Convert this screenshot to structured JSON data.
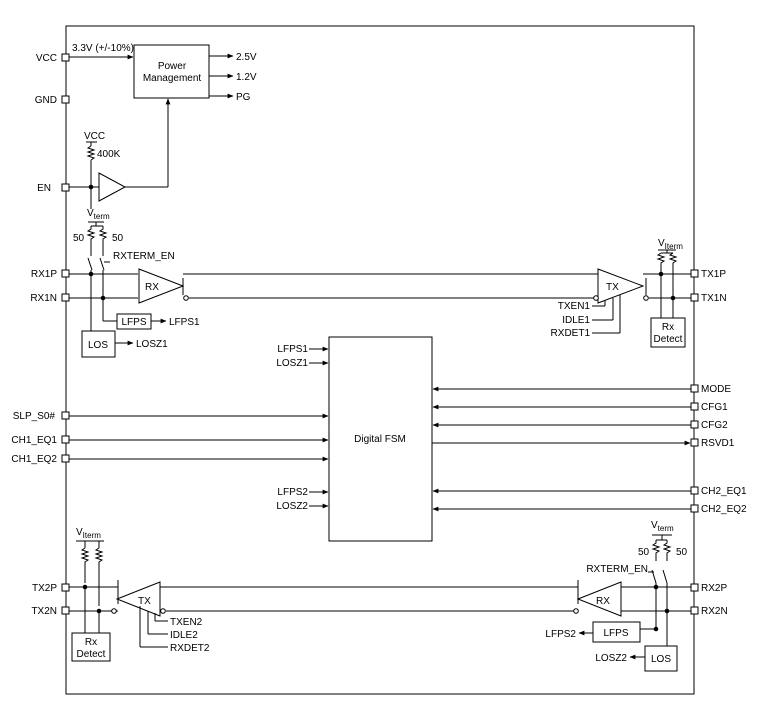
{
  "pins": {
    "vcc": "VCC",
    "gnd": "GND",
    "en": "EN",
    "rx1p": "RX1P",
    "rx1n": "RX1N",
    "slp_s0": "SLP_S0#",
    "ch1_eq1": "CH1_EQ1",
    "ch1_eq2": "CH1_EQ2",
    "tx2p": "TX2P",
    "tx2n": "TX2N",
    "tx1p": "TX1P",
    "tx1n": "TX1N",
    "mode": "MODE",
    "cfg1": "CFG1",
    "cfg2": "CFG2",
    "rsvd1": "RSVD1",
    "ch2_eq1": "CH2_EQ1",
    "ch2_eq2": "CH2_EQ2",
    "rx2p": "RX2P",
    "rx2n": "RX2N"
  },
  "power": {
    "supply": "3.3V (+/-10%)",
    "block_line1": "Power",
    "block_line2": "Management",
    "out_25": "2.5V",
    "out_12": "1.2V",
    "out_pg": "PG",
    "en_vcc": "VCC",
    "en_res": "400K"
  },
  "ch1": {
    "vterm_main": "V",
    "vterm_sub": "term",
    "res_left": "50",
    "res_right": "50",
    "rxterm": "RXTERM_EN",
    "rx": "RX",
    "lfps_block": "LFPS",
    "lfps_out": "LFPS1",
    "los_block": "LOS",
    "los_out": "LOSZ1",
    "tx": "TX",
    "txen": "TXEN1",
    "idle": "IDLE1",
    "rxdet": "RXDET1",
    "tx_vterm_main": "V",
    "tx_vterm_sub": "Iterm",
    "detect_line1": "Rx",
    "detect_line2": "Detect"
  },
  "fsm": {
    "label": "Digital FSM",
    "lfps1": "LFPS1",
    "losz1": "LOSZ1",
    "lfps2": "LFPS2",
    "losz2": "LOSZ2"
  },
  "ch2": {
    "tx_vterm_main": "V",
    "tx_vterm_sub": "Iterm",
    "tx": "TX",
    "txen": "TXEN2",
    "idle": "IDLE2",
    "rxdet": "RXDET2",
    "detect_line1": "Rx",
    "detect_line2": "Detect",
    "vterm_main": "V",
    "vterm_sub": "term",
    "res_left": "50",
    "res_right": "50",
    "rxterm": "RXTERM_EN",
    "rx": "RX",
    "lfps_block": "LFPS",
    "lfps_out": "LFPS2",
    "los_block": "LOS",
    "los_out": "LOSZ2"
  }
}
